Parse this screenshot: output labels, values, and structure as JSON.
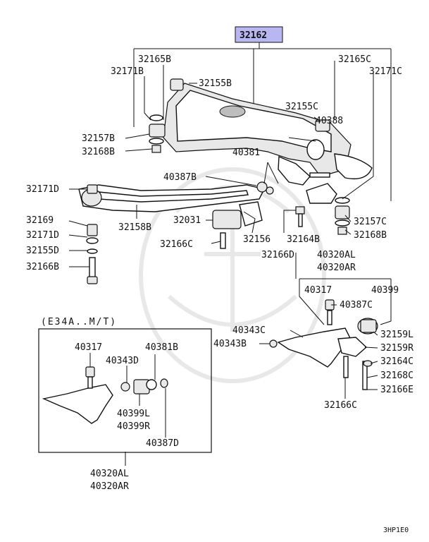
{
  "main_part": {
    "number": "32162",
    "highlight": "#b9b7f1"
  },
  "labels": {
    "l32165B": "32165B",
    "l32171B": "32171B",
    "l32155B": "32155B",
    "l32165C": "32165C",
    "l32171C": "32171C",
    "l32155C": "32155C",
    "l40388": "40388",
    "l32157B": "32157B",
    "l32168B_l": "32168B",
    "l40381": "40381",
    "l40387B": "40387B",
    "l32171D_a": "32171D",
    "l32169": "32169",
    "l32158B": "32158B",
    "l32031": "32031",
    "l32171D_b": "32171D",
    "l32166C_a": "32166C",
    "l32156": "32156",
    "l32164B": "32164B",
    "l32157C": "32157C",
    "l32168B_r": "32168B",
    "l32155D": "32155D",
    "l32166B": "32166B",
    "l32166D": "32166D",
    "l40320AL_a": "40320AL",
    "l40320AR_a": "40320AR",
    "l40317_a": "40317",
    "l40399": "40399",
    "l40387C": "40387C",
    "l40343C": "40343C",
    "l32159L": "32159L",
    "l40343B": "40343B",
    "l32159R": "32159R",
    "l32164C": "32164C",
    "l32168C": "32168C",
    "l32166C_b": "32166C",
    "l32166E": "32166E"
  },
  "inset": {
    "title": "(E34A..M/T)",
    "labels": {
      "l40317": "40317",
      "l40381B": "40381B",
      "l40343D": "40343D",
      "l40399L": "40399L",
      "l40399R": "40399R",
      "l40387D": "40387D"
    },
    "assembly_l": "40320AL",
    "assembly_r": "40320AR"
  },
  "diagram_code": "3HP1E0"
}
